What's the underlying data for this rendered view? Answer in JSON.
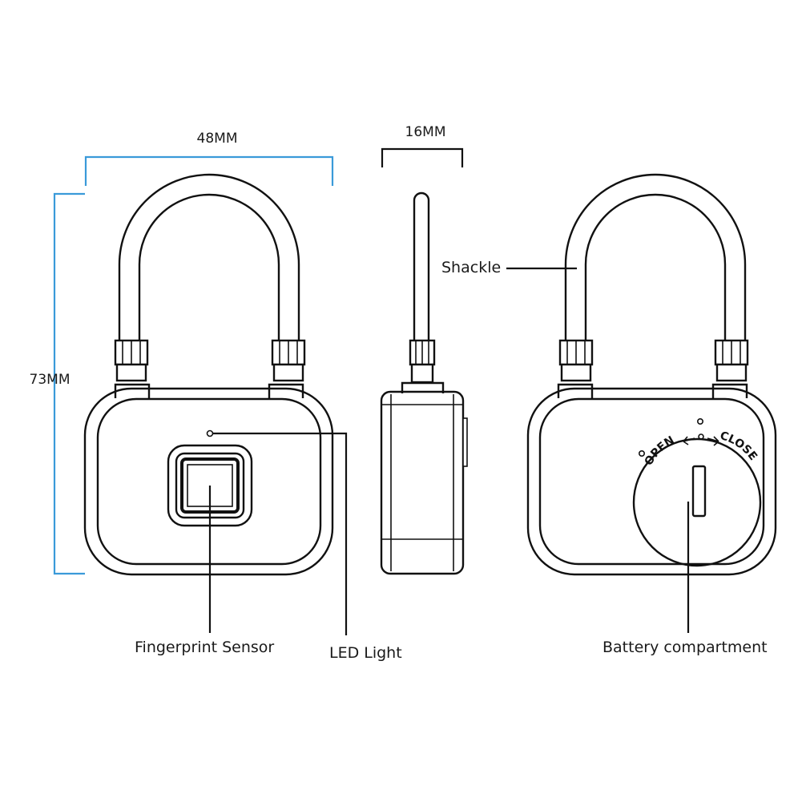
{
  "dimensions": {
    "width": "48MM",
    "depth": "16MM",
    "height": "73MM"
  },
  "labels": {
    "shackle": "Shackle",
    "fingerprint_sensor": "Fingerprint Sensor",
    "led_light": "LED Light",
    "battery_compartment": "Battery compartment"
  },
  "battery_cover": {
    "open": "OPEN",
    "close": "CLOSE"
  },
  "colors": {
    "dimension_lines": "#3a9ad9",
    "outline": "#111111"
  }
}
